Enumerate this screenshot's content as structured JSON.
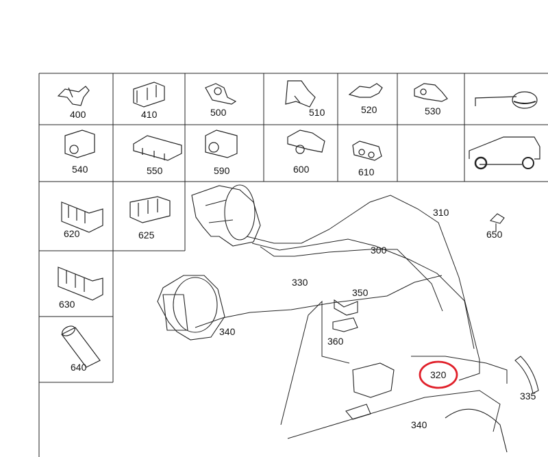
{
  "thumbnails": {
    "c400": "400",
    "c410": "410",
    "c500": "500",
    "c510": "510",
    "c520": "520",
    "c530": "530",
    "c540": "540",
    "c550": "550",
    "c590": "590",
    "c600": "600",
    "c610": "610",
    "c620": "620",
    "c625": "625",
    "c630": "630",
    "c640": "640"
  },
  "callouts": {
    "c310": "310",
    "c300": "300",
    "c650": "650",
    "c330": "330",
    "c350": "350",
    "c340a": "340",
    "c360": "360",
    "c320": "320",
    "c335": "335",
    "c340b": "340"
  },
  "highlight": {
    "target": "320",
    "color": "#e0202a"
  }
}
